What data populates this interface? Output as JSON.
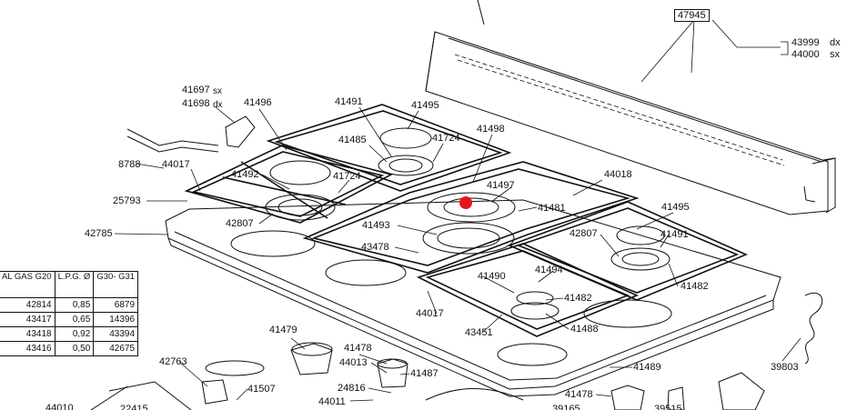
{
  "labels": {
    "l47945": "47945",
    "l43999": "43999",
    "l43999dx": "dx",
    "l44000": "44000",
    "l44000sx": "sx",
    "l41697": "41697",
    "l41697sx": "sx",
    "l41698": "41698",
    "l41698dx": "dx",
    "l41496": "41496",
    "l41491a": "41491",
    "l41495a": "41495",
    "l41485": "41485",
    "l41724a": "41724",
    "l41498": "41498",
    "l8788": "8788",
    "l44017a": "44017",
    "l41492": "41492",
    "l41724b": "41724",
    "l44018": "44018",
    "l41497": "41497",
    "l25793": "25793",
    "l41481": "41481",
    "l41495b": "41495",
    "l42807a": "42807",
    "l41493": "41493",
    "l42785": "42785",
    "l42807b": "42807",
    "l41491b": "41491",
    "l43478": "43478",
    "l41494": "41494",
    "l41490": "41490",
    "l41482a": "41482",
    "l41482b": "41482",
    "l44017b": "44017",
    "l41488": "41488",
    "l43451": "43451",
    "l41479": "41479",
    "l41478a": "41478",
    "l42763": "42763",
    "l44013": "44013",
    "l41487": "41487",
    "l41489": "41489",
    "l39803": "39803",
    "l41507": "41507",
    "l24816": "24816",
    "l44011": "44011",
    "l41478b": "41478",
    "l44010": "44010",
    "l39165": "39165",
    "l39515": "39515",
    "l22415": "22415"
  },
  "gas_table": {
    "headers": [
      "AL GAS G20",
      "L.P.G. Ø",
      "G30- G31"
    ],
    "rows": [
      [
        "42814",
        "0,85",
        "6879"
      ],
      [
        "43417",
        "0,65",
        "14396"
      ],
      [
        "43418",
        "0,92",
        "43394"
      ],
      [
        "43416",
        "0,50",
        "42675"
      ]
    ]
  },
  "colors": {
    "line": "#111111",
    "marker": "#e8141b",
    "background": "#ffffff"
  }
}
